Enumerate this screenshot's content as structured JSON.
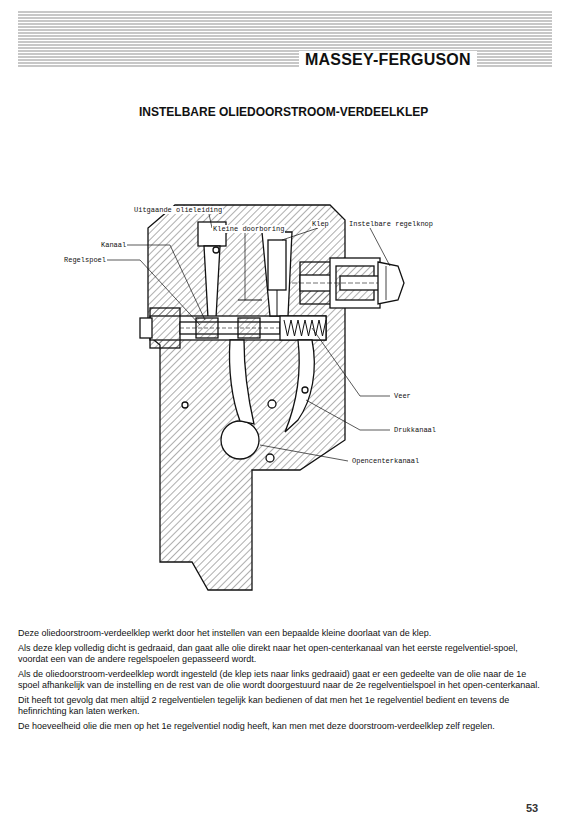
{
  "diagram": {
    "title": "INSTELBARE OLIEDOORSTROOM-VERDEELKLEP",
    "labels": [
      "MASSEY-FERGUSON",
      "Uitgaande olieleiding",
      "Kanaal",
      "Regelspoel",
      "Kleine doorboring",
      "Klep",
      "Instelbare regelknop",
      "Veer",
      "Drukkanaal",
      "Opencenterkanaal",
      "Deze oliedoorstroom-verdeelklep werkt door het instellen van een bepaalde kleine doorlaat van de klep.",
      "Als deze klep volledig dicht is gedraaid, dan gaat alle olie direkt naar het open-centerkanaal van het eerste regelventiel-spoel, voordat een van de andere regelspoelen gepasseerd wordt.",
      "Als de oliedoorstroom-verdeelklep wordt ingesteld (de klep iets naar links gedraaid) gaat er een gedeelte van de olie naar de 1e spoel afhankelijk van de instelling en de rest van de olie wordt doorgestuurd naar de 2e regelventielspoel in het open-centerkanaal.",
      "Dit heeft tot gevolg dat men altijd 2 regelventielen tegelijk kan bedienen of dat men het 1e regelventiel bedient en tevens de hefinrichting kan laten werken.",
      "De hoeveelheid olie die men op het 1e regelventiel nodig heeft, kan men met deze doorstroom-verdeelklep zelf regelen.",
      "53"
    ]
  }
}
